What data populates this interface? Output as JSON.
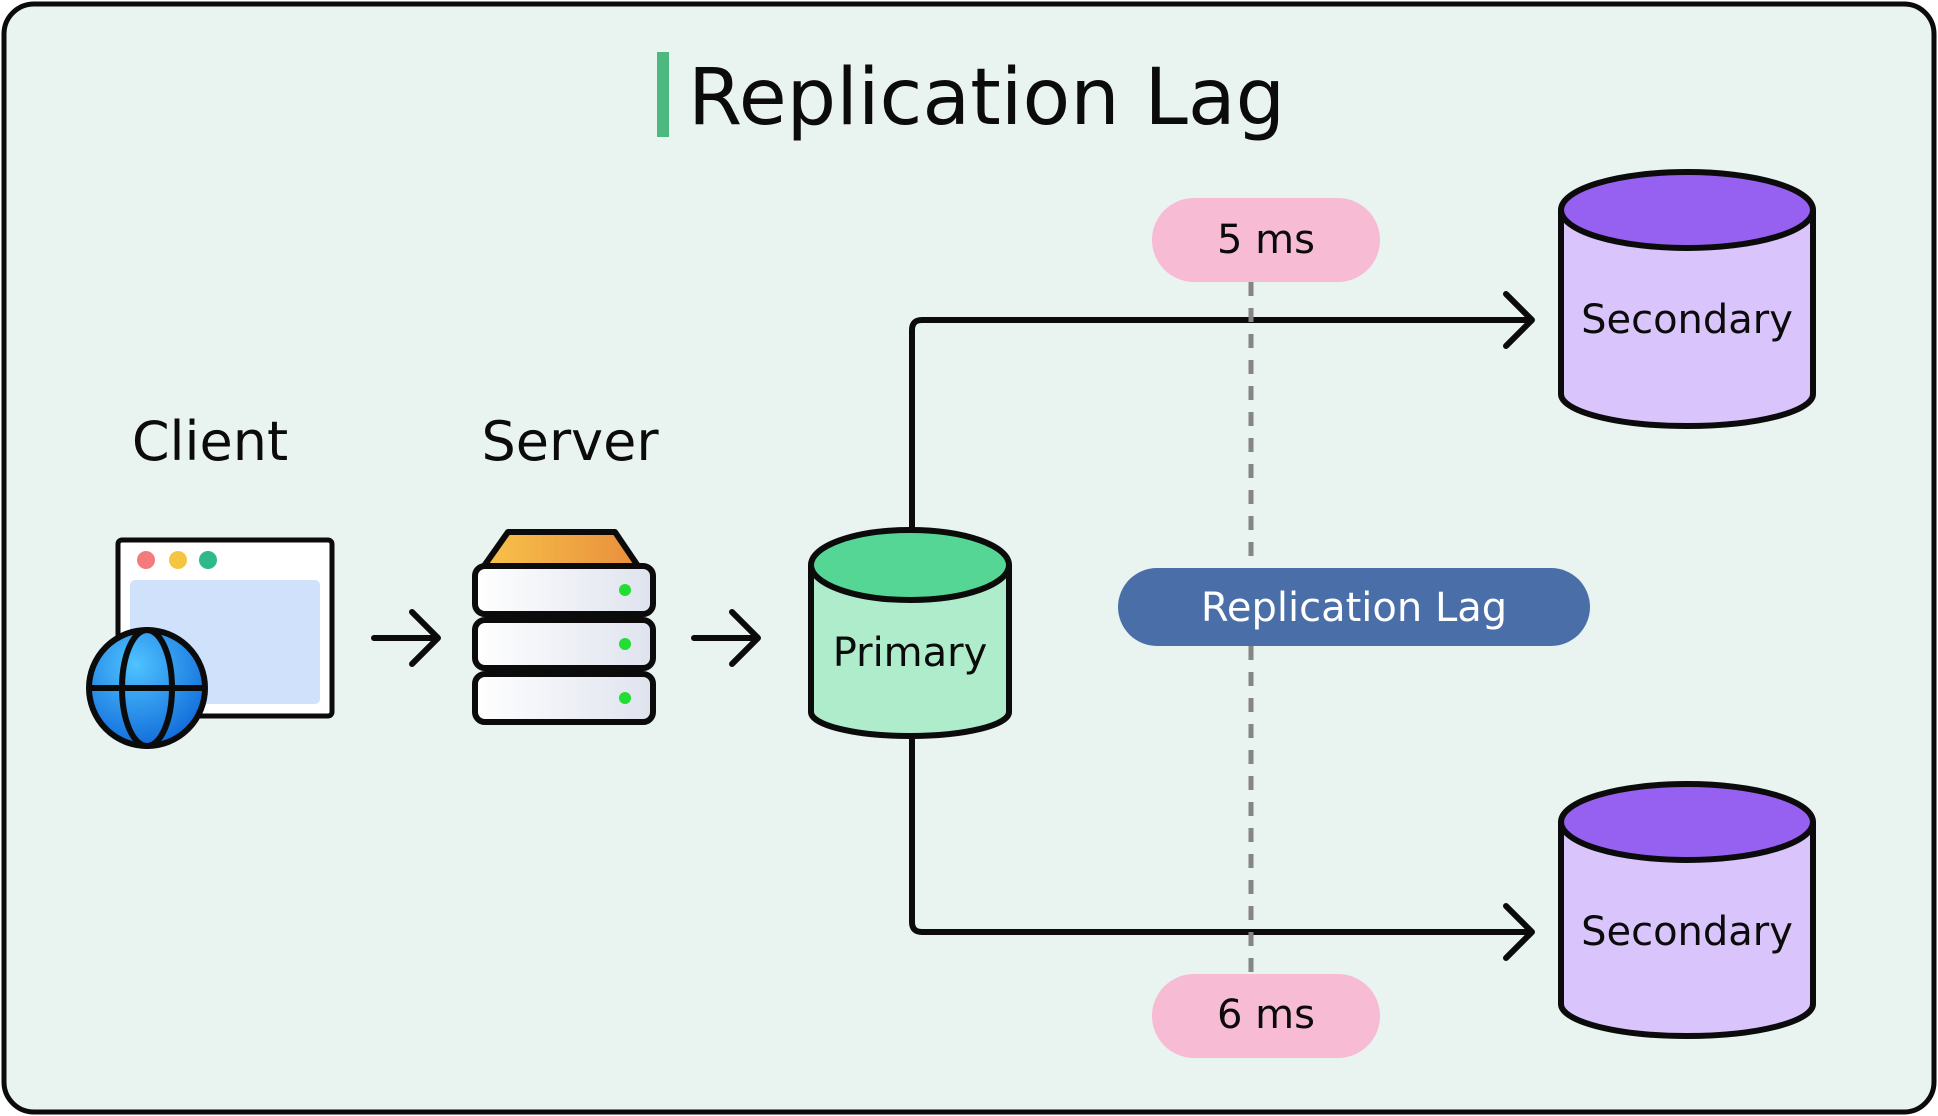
{
  "title": "Replication Lag",
  "nodes": {
    "client": "Client",
    "server": "Server",
    "primary": "Primary",
    "secondary_top": "Secondary",
    "secondary_bottom": "Secondary"
  },
  "lag_label": "Replication Lag",
  "latency": {
    "top": "5 ms",
    "bottom": "6 ms"
  },
  "colors": {
    "background": "#e9f3ef",
    "title_accent": "#4db87f",
    "primary_fill": "#aeeccc",
    "primary_top": "#55d694",
    "secondary_fill": "#d9c4fb",
    "secondary_top": "#9660f0",
    "pill_pink": "#f8bbd4",
    "lag_pill": "#4a6fa8"
  }
}
